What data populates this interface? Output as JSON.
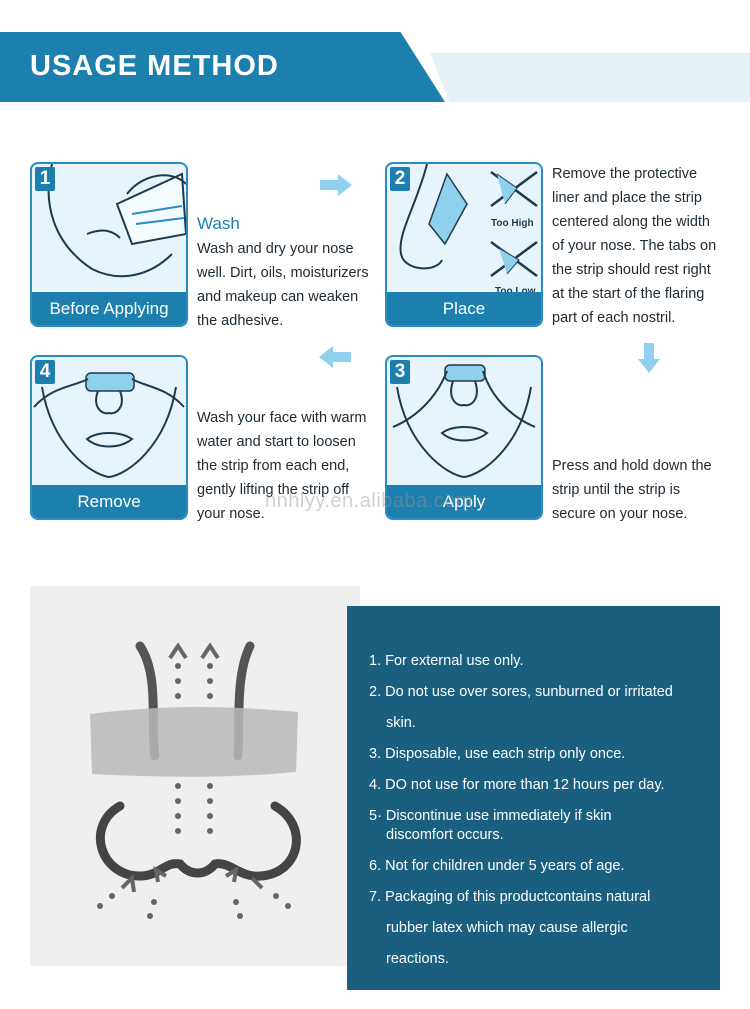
{
  "banner": {
    "title": "USAGE METHOD"
  },
  "steps": [
    {
      "num": "1",
      "caption": "Before Applying"
    },
    {
      "num": "2",
      "caption": "Place",
      "tags": [
        "Too High",
        "Too Low"
      ]
    },
    {
      "num": "3",
      "caption": "Apply"
    },
    {
      "num": "4",
      "caption": "Remove"
    }
  ],
  "texts": {
    "wash_heading": "Wash",
    "wash_lines": [
      "Wash and dry your nose",
      "well. Dirt, oils, moisturizers",
      "and makeup can weaken",
      "the adhesive."
    ],
    "place_lines": [
      "Remove the protective",
      "liner and place the strip",
      "centered along the width",
      "of your nose. The tabs on",
      "the strip should rest right",
      "at the start of the flaring",
      "part of each nostril."
    ],
    "remove_lines": [
      "Wash your face with warm",
      "water and start to loosen",
      "the strip from each end,",
      "gently lifting the strip off",
      "your nose."
    ],
    "apply_lines": [
      "Press and hold down the",
      "strip until the strip is",
      "secure on your nose."
    ]
  },
  "watermark": "hnhlyy.en.alibaba.com",
  "warnings": [
    {
      "first": "1. For external use only.",
      "cont": ""
    },
    {
      "first": "2. Do not use over sores, sunburned or irritated",
      "cont": "skin."
    },
    {
      "first": "3. Disposable, use each strip only once.",
      "cont": ""
    },
    {
      "first": "4. DO not use for more than 12 hours per day.",
      "cont": ""
    },
    {
      "first": "5· Discontinue use immediately if skin",
      "cont": "discomfort occurs."
    },
    {
      "first": "6. Not for children under 5 years of age.",
      "cont": ""
    },
    {
      "first": "7. Packaging of this productcontains natural",
      "cont": "rubber latex which may cause allergic"
    },
    {
      "first": "",
      "cont": "reactions."
    }
  ],
  "colors": {
    "brand_blue": "#1d7fad",
    "card_bg": "#e7f4fb",
    "panel_navy": "#1a5f80",
    "arrow_light": "#8fd0ef"
  }
}
